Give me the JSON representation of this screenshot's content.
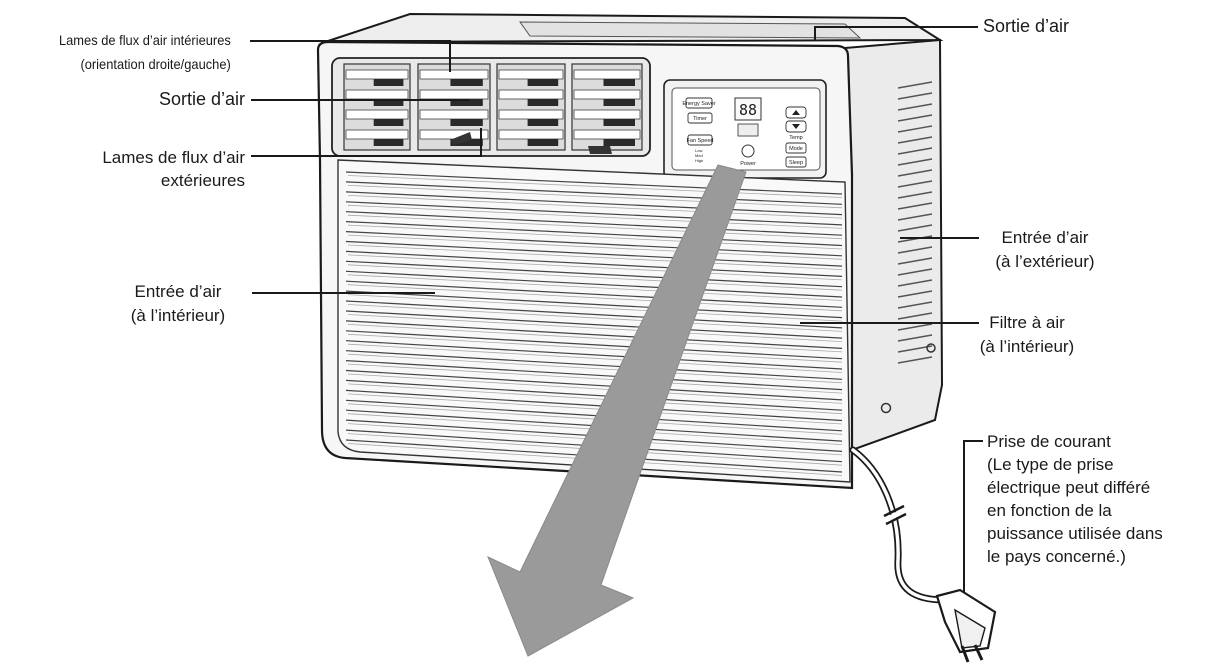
{
  "labels": {
    "inner_louvers": "Lames de flux d’air intérieures",
    "inner_louvers_sub": "(orientation droite/gauche)",
    "air_outlet_left": "Sortie d’air",
    "outer_louvers_1": "Lames de flux d’air",
    "outer_louvers_2": "extérieures",
    "air_inlet_inside_1": "Entrée d’air",
    "air_inlet_inside_2": "(à l’intérieur)",
    "air_outlet_top": "Sortie d’air",
    "air_inlet_outside_1": "Entrée d’air",
    "air_inlet_outside_2": "(à l’extérieur)",
    "air_filter_1": "Filtre à air",
    "air_filter_2": "(à l’intérieur)",
    "plug_1": "Prise de courant",
    "plug_2": "(Le type de prise",
    "plug_3": "électrique peut différé",
    "plug_4": "en fonction de la",
    "plug_5": "puissance utilisée dans",
    "plug_6": "le pays concerné.)"
  },
  "control_panel": {
    "energy_saver": "Energy Saver",
    "timer": "Timer",
    "fan_speed": "Fan Speed",
    "fan_low": "Low",
    "fan_med": "Med",
    "fan_high": "High",
    "display": "88",
    "power": "Power",
    "temp": "Temp",
    "mode": "Mode",
    "sleep": "Sleep"
  },
  "colors": {
    "outline": "#1a1a1a",
    "body_fill": "#f6f6f6",
    "side_fill": "#ececec",
    "arrow_fill": "#9a9a9a"
  }
}
